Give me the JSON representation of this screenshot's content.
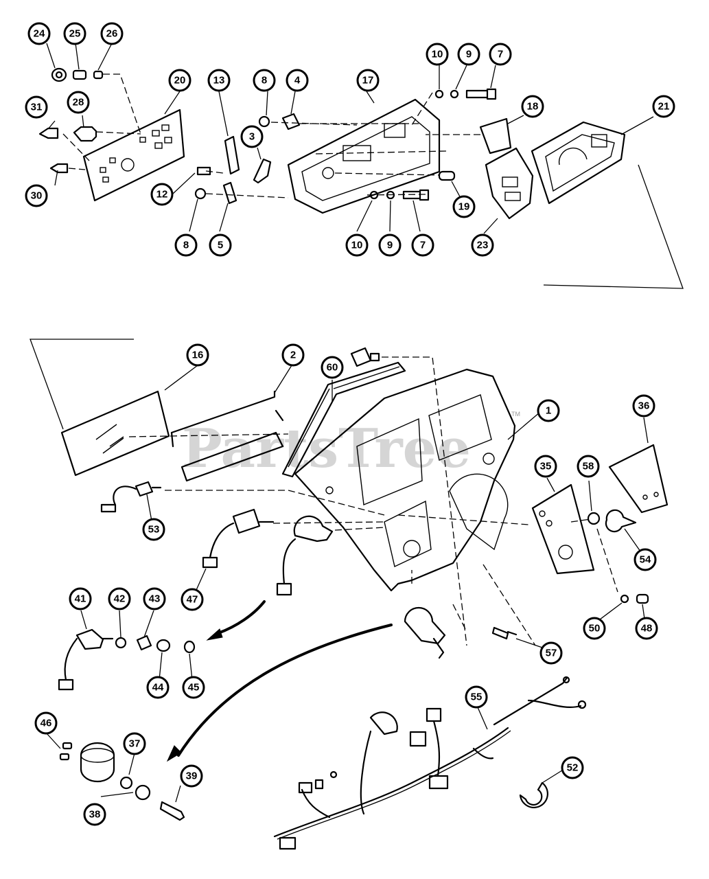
{
  "watermark": {
    "text": "PartsTree",
    "tm": "TM"
  },
  "callouts": [
    "24",
    "25",
    "26",
    "31",
    "28",
    "30",
    "20",
    "13",
    "8",
    "4",
    "17",
    "3",
    "12",
    "8",
    "5",
    "10",
    "9",
    "7",
    "18",
    "21",
    "19",
    "10",
    "9",
    "7",
    "23",
    "16",
    "2",
    "60",
    "1",
    "36",
    "35",
    "58",
    "53",
    "47",
    "54",
    "50",
    "48",
    "41",
    "42",
    "43",
    "44",
    "45",
    "57",
    "55",
    "46",
    "37",
    "39",
    "38",
    "52"
  ]
}
